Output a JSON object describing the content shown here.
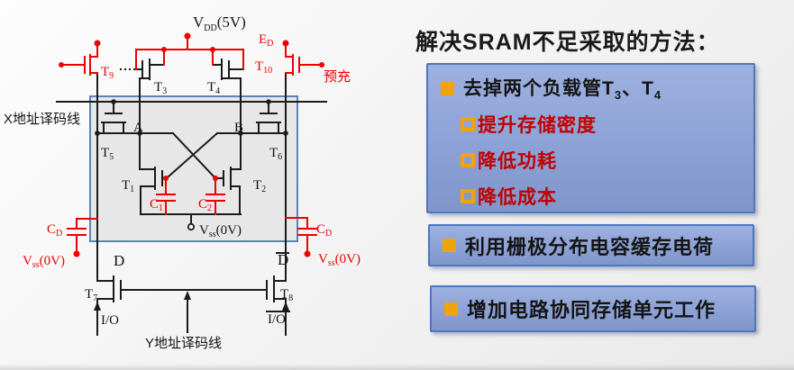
{
  "colors": {
    "circuit_red": "#ee0000",
    "dark_red_text": "#c00000",
    "bullet_gold": "#f0a30a",
    "box_fill": "#8ca1d5",
    "box_border": "#4d78bd",
    "cell_fill": "#e7e7e7",
    "cell_border": "#5b84ba"
  },
  "panel": {
    "title": "解决SRAM不足采取的方法：",
    "box1": {
      "main": {
        "pre": "去掉两个负载管T",
        "sub1": "3",
        "mid": "、T",
        "sub2": "4"
      },
      "subs": [
        "提升存储密度",
        "降低功耗",
        "降低成本"
      ]
    },
    "box2": {
      "main": "利用栅极分布电容缓存电荷"
    },
    "box3": {
      "main": "增加电路协同存储单元工作"
    }
  },
  "circuit": {
    "labels": {
      "vdd": {
        "base": "V",
        "sub": "DD",
        "suffix": "(5V)"
      },
      "ed": {
        "base": "E",
        "sub": "D"
      },
      "precharge": "预充",
      "x_decode": "X地址译码线",
      "y_decode": "Y地址译码线",
      "vss": {
        "base": "V",
        "sub": "ss",
        "suffix": "(0V)"
      },
      "cd": {
        "base": "C",
        "sub": "D"
      },
      "c1": {
        "base": "C",
        "sub": "1"
      },
      "c2": {
        "base": "C",
        "sub": "2"
      },
      "t1": {
        "base": "T",
        "sub": "1"
      },
      "t2": {
        "base": "T",
        "sub": "2"
      },
      "t3": {
        "base": "T",
        "sub": "3"
      },
      "t4": {
        "base": "T",
        "sub": "4"
      },
      "t5": {
        "base": "T",
        "sub": "5"
      },
      "t6": {
        "base": "T",
        "sub": "6"
      },
      "t7": {
        "base": "T",
        "sub": "7"
      },
      "t8": {
        "base": "T",
        "sub": "8"
      },
      "t9": {
        "base": "T",
        "sub": "9"
      },
      "t10": {
        "base": "T",
        "sub": "10"
      },
      "node_a": "A",
      "node_b": "B",
      "d": "D",
      "d_bar": "D",
      "io": "I/O",
      "io_bar": "I/O"
    }
  }
}
